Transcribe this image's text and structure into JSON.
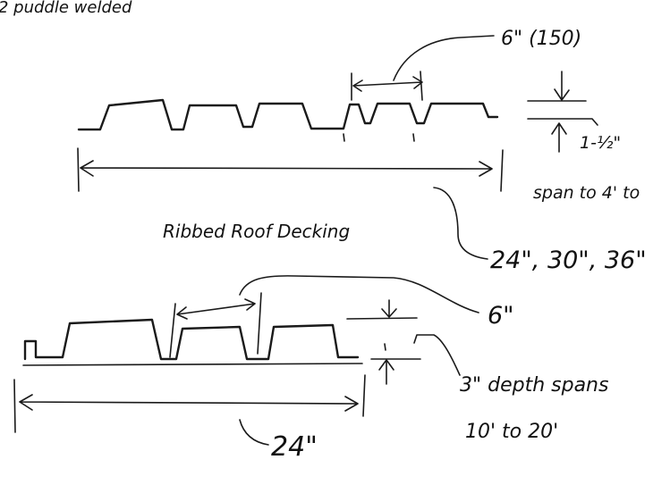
{
  "header_fragment": "2 puddle welded",
  "upper": {
    "pitch": "6\" (150)",
    "depth": "1-½\"",
    "span": "span to 4' to",
    "title": "Ribbed Roof Decking",
    "widths": "24\", 30\", 36\""
  },
  "lower": {
    "pitch": "6\"",
    "depth_line1": "3\" depth spans",
    "depth_line2": "10' to 20'",
    "width": "24\""
  }
}
